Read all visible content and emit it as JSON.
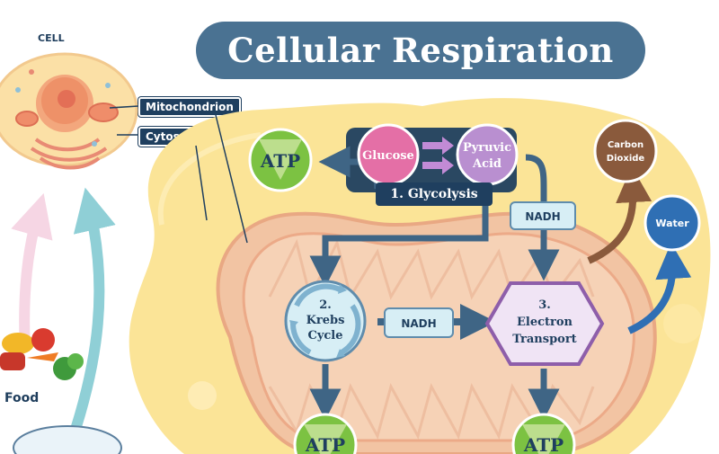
{
  "title": "Cellular Respiration",
  "cell_label": "CELL",
  "tags": {
    "mitochondrion": "Mitochondrion",
    "cytosol": "Cytosol"
  },
  "food_label": "Food",
  "glycolysis": {
    "glucose": "Glucose",
    "pyruvic_line1": "Pyruvic",
    "pyruvic_line2": "Acid",
    "step_label": "1. Glycolysis"
  },
  "nadh_top": "NADH",
  "nadh_middle": "NADH",
  "krebs": {
    "line1": "2.",
    "line2": "Krebs",
    "line3": "Cycle"
  },
  "electron": {
    "line1": "3.",
    "line2": "Electron",
    "line3": "Transport"
  },
  "atp": {
    "left": "ATP",
    "bottom_left": "ATP",
    "bottom_right": "ATP"
  },
  "carbon_dioxide": {
    "line1": "Carbon",
    "line2": "Dioxide"
  },
  "water": "Water",
  "colors": {
    "title_bg": "#4a7292",
    "dark_navy": "#1f3f5f",
    "arrow_blue": "#3f6585",
    "glucose_pink": "#e46fa6",
    "pyruvic_purple": "#b98fd0",
    "atp_green": "#7cc242",
    "atp_green_light": "#c8e39a",
    "carbon_brown": "#8a5a3c",
    "water_blue": "#2f6fb4",
    "cytosol_yellow": "#fbe497",
    "mito_outer": "#f2c4a3",
    "mito_inner": "#ecaa88"
  }
}
